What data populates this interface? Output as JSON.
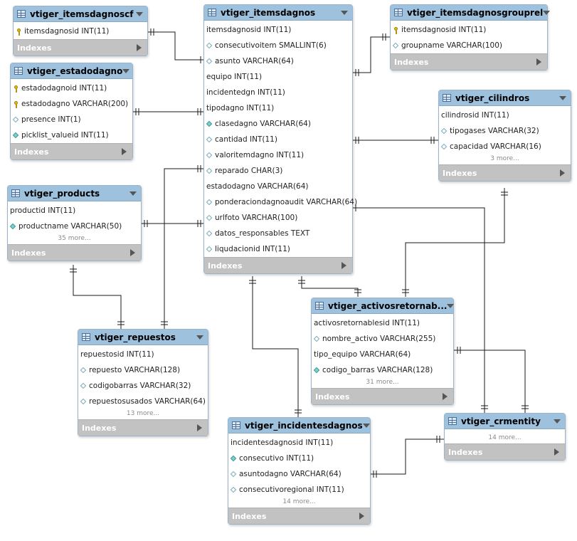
{
  "tables": [
    {
      "id": "t-itemsdagnoscf",
      "name": "vtiger_itemsdagnoscf",
      "columns": [
        {
          "icon": "key",
          "text": "itemsdagnosid INT(11)"
        }
      ],
      "more": "",
      "indexes_label": "Indexes"
    },
    {
      "id": "t-estadodagno",
      "name": "vtiger_estadodagno",
      "columns": [
        {
          "icon": "key",
          "text": "estadodagnoid INT(11)"
        },
        {
          "icon": "key",
          "text": "estadodagno VARCHAR(200)"
        },
        {
          "icon": "nul",
          "text": "presence INT(1)"
        },
        {
          "icon": "idx",
          "text": "picklist_valueid INT(11)"
        }
      ],
      "more": "",
      "indexes_label": "Indexes"
    },
    {
      "id": "t-products",
      "name": "vtiger_products",
      "columns": [
        {
          "icon": "",
          "text": "productid INT(11)"
        },
        {
          "icon": "idx",
          "text": "productname VARCHAR(50)"
        }
      ],
      "more": "35 more...",
      "indexes_label": "Indexes"
    },
    {
      "id": "t-repuestos",
      "name": "vtiger_repuestos",
      "columns": [
        {
          "icon": "",
          "text": "repuestosid INT(11)"
        },
        {
          "icon": "nul",
          "text": "repuesto VARCHAR(128)"
        },
        {
          "icon": "nul",
          "text": "codigobarras VARCHAR(32)"
        },
        {
          "icon": "nul",
          "text": "repuestosusados VARCHAR(64)"
        }
      ],
      "more": "13 more...",
      "indexes_label": "Indexes"
    },
    {
      "id": "t-itemsdagnos",
      "name": "vtiger_itemsdagnos",
      "columns": [
        {
          "icon": "",
          "text": "itemsdagnosid INT(11)"
        },
        {
          "icon": "nul",
          "text": "consecutivoitem SMALLINT(6)"
        },
        {
          "icon": "nul",
          "text": "asunto VARCHAR(64)"
        },
        {
          "icon": "",
          "text": "equipo INT(11)"
        },
        {
          "icon": "",
          "text": "incidentedgn INT(11)"
        },
        {
          "icon": "",
          "text": "tipodagno INT(11)"
        },
        {
          "icon": "idx",
          "text": "clasedagno VARCHAR(64)"
        },
        {
          "icon": "nul",
          "text": "cantidad INT(11)"
        },
        {
          "icon": "nul",
          "text": "valoritemdagno INT(11)"
        },
        {
          "icon": "nul",
          "text": "reparado CHAR(3)"
        },
        {
          "icon": "",
          "text": "estadodagno VARCHAR(64)"
        },
        {
          "icon": "nul",
          "text": "ponderaciondagnoaudit VARCHAR(64)"
        },
        {
          "icon": "nul",
          "text": "urlfoto VARCHAR(100)"
        },
        {
          "icon": "nul",
          "text": "datos_responsables TEXT"
        },
        {
          "icon": "nul",
          "text": "liqudacionid INT(11)"
        }
      ],
      "more": "",
      "indexes_label": "Indexes"
    },
    {
      "id": "t-incidentesdagnos",
      "name": "vtiger_incidentesdagnos",
      "columns": [
        {
          "icon": "",
          "text": "incidentesdagnosid INT(11)"
        },
        {
          "icon": "idx",
          "text": "consecutivo INT(11)"
        },
        {
          "icon": "nul",
          "text": "asuntodagno VARCHAR(64)"
        },
        {
          "icon": "nul",
          "text": "consecutivoregional INT(11)"
        }
      ],
      "more": "14 more...",
      "indexes_label": "Indexes"
    },
    {
      "id": "t-itemsdagnosgrouprel",
      "name": "vtiger_itemsdagnosgrouprel",
      "columns": [
        {
          "icon": "key",
          "text": "itemsdagnosid INT(11)"
        },
        {
          "icon": "nul",
          "text": "groupname VARCHAR(100)"
        }
      ],
      "more": "",
      "indexes_label": "Indexes"
    },
    {
      "id": "t-cilindros",
      "name": "vtiger_cilindros",
      "columns": [
        {
          "icon": "",
          "text": "cilindrosid INT(11)"
        },
        {
          "icon": "nul",
          "text": "tipogases VARCHAR(32)"
        },
        {
          "icon": "nul",
          "text": "capacidad VARCHAR(16)"
        }
      ],
      "more": "3 more...",
      "indexes_label": "Indexes"
    },
    {
      "id": "t-activosretornables",
      "name": "vtiger_activosretornab...",
      "columns": [
        {
          "icon": "",
          "text": "activosretornablesid INT(11)"
        },
        {
          "icon": "nul",
          "text": "nombre_activo VARCHAR(255)"
        },
        {
          "icon": "",
          "text": "tipo_equipo VARCHAR(64)"
        },
        {
          "icon": "idx",
          "text": "codigo_barras VARCHAR(128)"
        }
      ],
      "more": "31 more...",
      "indexes_label": "Indexes"
    },
    {
      "id": "t-crmentity",
      "name": "vtiger_crmentity",
      "columns": [],
      "more": "14 more...",
      "indexes_label": "Indexes"
    }
  ]
}
